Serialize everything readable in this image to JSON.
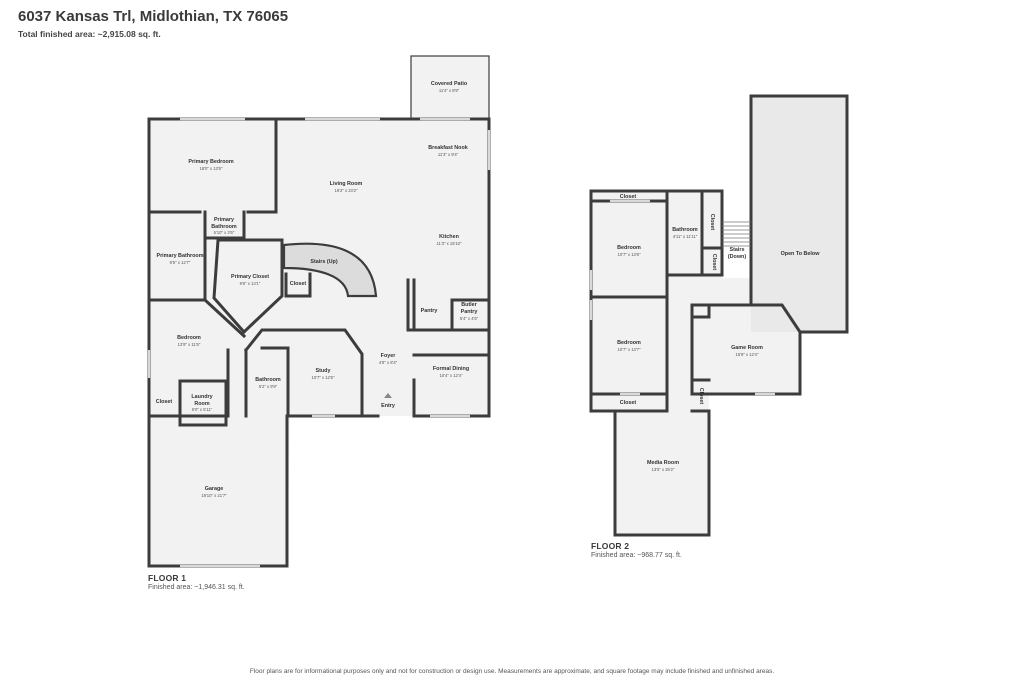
{
  "header": {
    "address": "6037 Kansas Trl, Midlothian, TX 76065",
    "total_area": "Total finished area: ~2,915.08 sq. ft."
  },
  "floor1": {
    "label": "FLOOR 1",
    "area": "Finished area: ~1,946.31 sq. ft.",
    "rooms": {
      "covered_patio": {
        "name": "Covered Patio",
        "dim": "11'4\" x 8'9\""
      },
      "primary_bedroom": {
        "name": "Primary Bedroom",
        "dim": "18'0\" x 13'5\""
      },
      "living_room": {
        "name": "Living Room",
        "dim": "19'2\" x 23'2\""
      },
      "breakfast_nook": {
        "name": "Breakfast Nook",
        "dim": "11'3\" x 9'4\""
      },
      "primary_bathroom_small": {
        "name1": "Primary",
        "name2": "Bathroom",
        "dim": "5'10\" x 3'6\""
      },
      "primary_bathroom": {
        "name": "Primary Bathroom",
        "dim": "9'5\" x 12'7\""
      },
      "kitchen": {
        "name": "Kitchen",
        "dim": "11'3\" x 15'10\""
      },
      "stairs_up": {
        "name": "Stairs (Up)"
      },
      "primary_closet": {
        "name": "Primary Closet",
        "dim": "9'6\" x 13'1\""
      },
      "closet": {
        "name": "Closet"
      },
      "pantry": {
        "name": "Pantry"
      },
      "butler_pantry": {
        "name1": "Butler",
        "name2": "Pantry",
        "dim": "5'4\" x 4'5\""
      },
      "bedroom": {
        "name": "Bedroom",
        "dim": "13'9\" x 11'5\""
      },
      "foyer": {
        "name": "Foyer",
        "dim": "4'8\" x 8'4\""
      },
      "study": {
        "name": "Study",
        "dim": "10'7\" x 12'6\""
      },
      "formal_dining": {
        "name": "Formal Dining",
        "dim": "10'4\" x 12'4\""
      },
      "bathroom": {
        "name": "Bathroom",
        "dim": "5'2\" x 9'9\""
      },
      "laundry": {
        "name1": "Laundry",
        "name2": "Room",
        "dim": "6'0\" x 5'11\""
      },
      "closet2": {
        "name": "Closet"
      },
      "entry": {
        "name": "Entry"
      },
      "garage": {
        "name": "Garage",
        "dim": "19'10\" x 21'7\""
      }
    }
  },
  "floor2": {
    "label": "FLOOR 2",
    "area": "Finished area: ~968.77 sq. ft.",
    "rooms": {
      "closet_top": {
        "name": "Closet"
      },
      "bedroom_top": {
        "name": "Bedroom",
        "dim": "10'7\" x 13'6\""
      },
      "bathroom": {
        "name": "Bathroom",
        "dim": "4'11\" x 11'11\""
      },
      "closet_a": {
        "name": "Closet"
      },
      "closet_b": {
        "name": "Closet"
      },
      "stairs_down": {
        "name1": "Stairs",
        "name2": "(Down)"
      },
      "open_below": {
        "name": "Open To Below"
      },
      "bedroom_bottom": {
        "name": "Bedroom",
        "dim": "10'7\" x 13'7\""
      },
      "game_room": {
        "name": "Game Room",
        "dim": "15'9\" x 12'4\""
      },
      "closet_c": {
        "name": "Closet"
      },
      "closet_bottom": {
        "name": "Closet"
      },
      "media_room": {
        "name": "Media Room",
        "dim": "13'5\" x 25'2\""
      }
    }
  },
  "disclaimer": "Floor plans are for informational purposes only and not for construction or design use. Measurements are approximate, and square footage may include finished and unfinished areas.",
  "colors": {
    "wall": "#3c3c3c",
    "floor": "#f2f2f2",
    "open_below": "#e9e9e9",
    "window": "#d9d9d9"
  }
}
